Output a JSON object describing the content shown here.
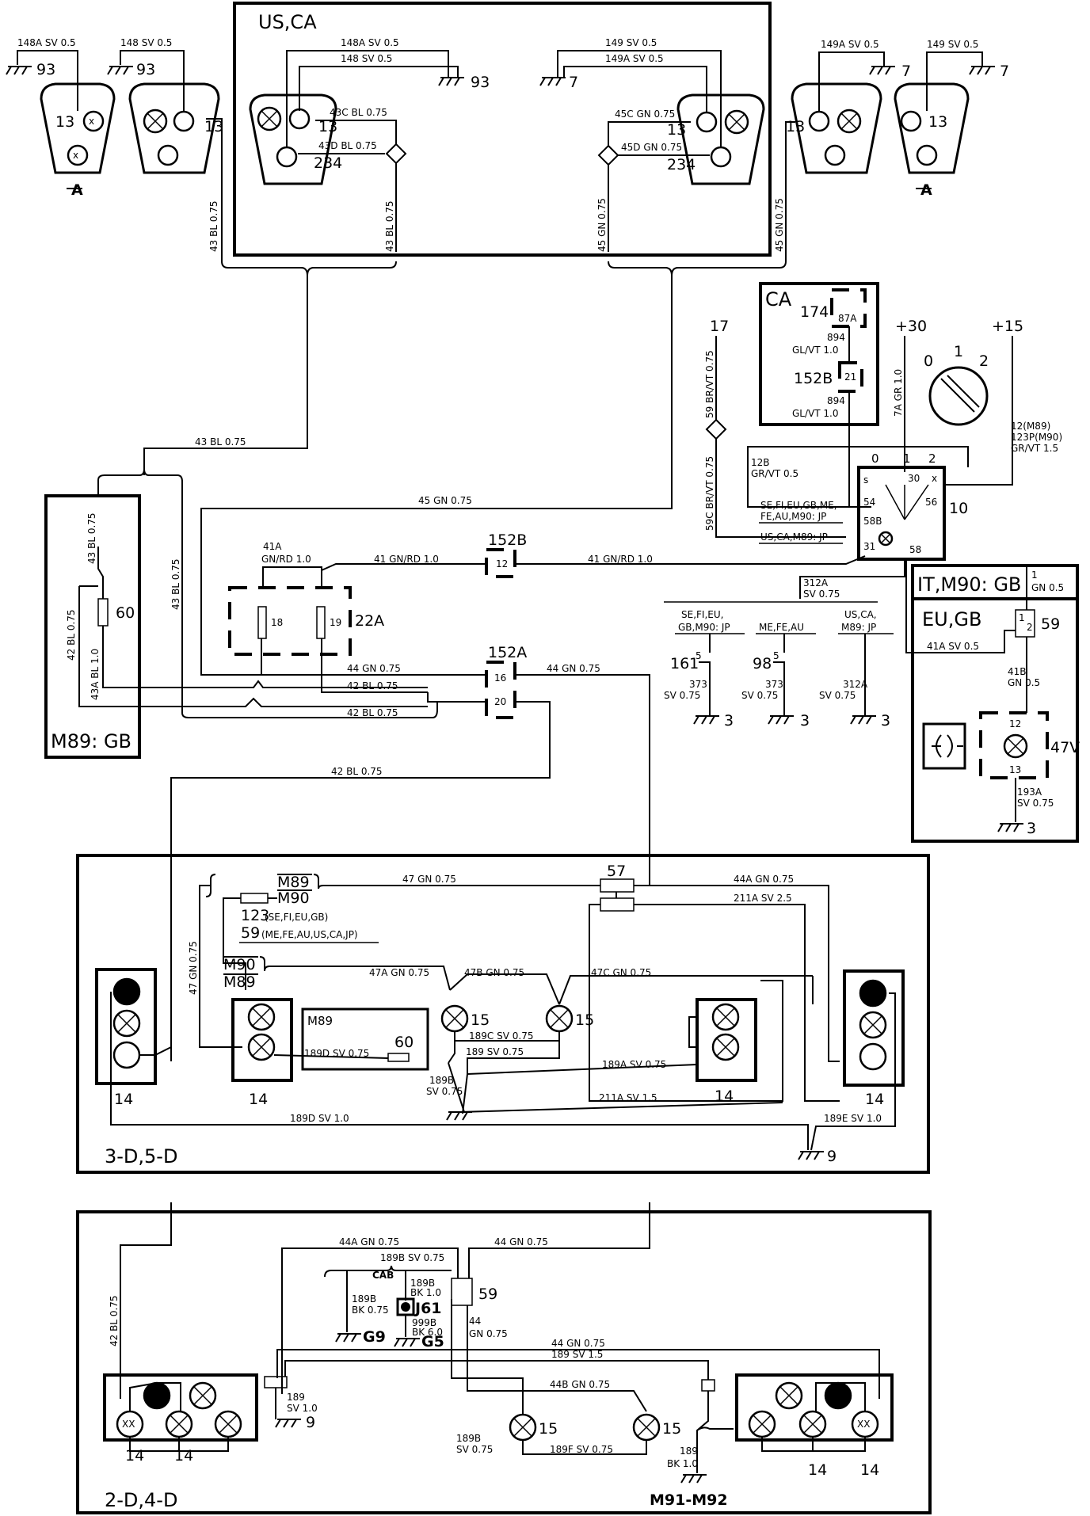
{
  "regions": {
    "us_ca": "US,CA",
    "ca": "CA",
    "m89_gb": "M89: GB",
    "it_m90_gb": "IT,M90: GB",
    "eu_gb": "EU,GB",
    "body_3d_5d": "3-D,5-D",
    "body_2d_4d": "2-D,4-D"
  },
  "top_wires": {
    "w148a_left": "148A SV 0.5",
    "w148_left": "148 SV 0.5",
    "w148a_mid": "148A SV 0.5",
    "w148_mid": "148 SV 0.5",
    "w149_mid": "149 SV 0.5",
    "w149a_mid": "149A SV 0.5",
    "w149a_right": "149A SV 0.5",
    "w149_right": "149 SV 0.5",
    "w43c": "43C BL 0.75",
    "w43d": "43D BL 0.75",
    "w45c": "45C GN 0.75",
    "w45d": "45D GN 0.75",
    "w43_a": "43 BL 0.75",
    "w43_b": "43 BL 0.75",
    "w45_a": "45 GN 0.75",
    "w45_b": "45 GN 0.75",
    "w43_h": "43 BL 0.75",
    "w45_h": "45 GN 0.75"
  },
  "grounds": {
    "g93_a": "93",
    "g93_b": "93",
    "g93_c": "93",
    "g7_a": "7",
    "g7_b": "7",
    "g7_c": "7",
    "g3_a": "3",
    "g3_b": "3",
    "g3_c": "3",
    "g3_d": "3",
    "g9_a": "9",
    "g9_b": "9",
    "g9_label": "G9",
    "g5_label": "G5"
  },
  "lamp_labels": {
    "n13_a": "13",
    "n13_b": "13",
    "n13_c": "13",
    "n234_a": "234",
    "n13_d": "13",
    "n234_b": "234",
    "n13_e": "13",
    "n13_f": "13",
    "a_left": "A",
    "a_right": "A"
  },
  "ca_box": {
    "n174": "174",
    "r87a": "87A",
    "w894_a": "894",
    "w894_a2": "GL/VT 1.0",
    "n152b": "152B",
    "r21": "21",
    "w894_b": "894",
    "w894_b2": "GL/VT 1.0"
  },
  "switch": {
    "p30": "+30",
    "p15": "+15",
    "t17": "17",
    "w59": "59 BR/VT 0.75",
    "w59c": "59C BR/VT 0.75",
    "w7a": "7A GR 1.0",
    "k0": "0",
    "k1": "1",
    "k2": "2",
    "s0": "0",
    "s1": "1",
    "s2": "2",
    "ts": "s",
    "t30": "30",
    "tx": "x",
    "t54": "54",
    "t56": "56",
    "t58b": "58B",
    "t31": "31",
    "t58": "58",
    "n10": "10",
    "w12b": "12B",
    "w12b2": "GR/VT 0.5",
    "w12m_1": "12(M89)",
    "w12m_2": "123P(M90)",
    "w12m_3": "GR/VT 1.5",
    "mk1_1": "SE,FI,EU,GB,ME,",
    "mk1_2": "FE,AU,M90: JP",
    "mk2": "US,CA,M89: JP"
  },
  "mid": {
    "w45_long": "45 GN 0.75",
    "w41a_1": "41A",
    "w41a_2": "GN/RD 1.0",
    "w41_a": "41 GN/RD 1.0",
    "w41_b": "41 GN/RD 1.0",
    "c152b": "152B",
    "p12": "12",
    "c152a": "152A",
    "p16": "16",
    "p20": "20",
    "r18": "18",
    "r19": "19",
    "n22a": "22A",
    "w44_a": "44 GN 0.75",
    "w44_b": "44 GN 0.75",
    "w42_a": "42 BL 0.75",
    "w42_b": "42 BL 0.75",
    "w42_c": "42 BL 0.75",
    "w312a": "312A",
    "w312a2": "SV 0.75",
    "mk_sefi_1": "SE,FI,EU,",
    "mk_sefi_2": "GB,M90: JP",
    "mk_mefe": "ME,FE,AU",
    "mk_usca_1": "US,CA,",
    "mk_usca_2": "M89: JP",
    "n161": "161",
    "n98": "98",
    "t5_a": "5",
    "t5_b": "5",
    "w373_a": "373",
    "w373_a2": "SV 0.75",
    "w373_b": "373",
    "w373_b2": "SV 0.75",
    "w312a_b": "312A",
    "w312a_b2": "SV 0.75"
  },
  "m89_box": {
    "w43": "43 BL 0.75",
    "w42": "42 BL 0.75",
    "w43a": "43A BL 1.0",
    "w43v": "43 BL 0.75",
    "n60": "60"
  },
  "eu_box": {
    "w1": "1",
    "w1b": "GN 0.5",
    "n59": "59",
    "p1": "1",
    "p2": "2",
    "w41a": "41A SV 0.5",
    "w41b": "41B",
    "w41b2": "GN 0.5",
    "t12": "12",
    "t13": "13",
    "n47v": "47V",
    "w193a": "193A",
    "w193a2": "SV 0.75"
  },
  "body3": {
    "m89_a": "M89",
    "m90_a": "M90",
    "n123": "123",
    "n123s": "(SE,FI,EU,GB)",
    "n59": "59",
    "n59s": "(ME,FE,AU,US,CA,JP)",
    "m90_b": "M90",
    "m89_b": "M89",
    "w47": "47 GN 0.75",
    "w47v": "47 GN 0.75",
    "n57": "57",
    "w44a": "44A GN 0.75",
    "w211a": "211A SV 2.5",
    "w47a": "47A GN 0.75",
    "w47b": "47B GN 0.75",
    "w47c": "47C GN 0.75",
    "m89_c": "M89",
    "w189d": "189D SV 0.75",
    "n60": "60",
    "n15_a": "15",
    "n15_b": "15",
    "w189c": "189C SV 0.75",
    "w189": "189 SV 0.75",
    "w189a": "189A SV 0.75",
    "w189b": "189B",
    "w189b2": "SV 0.75",
    "w211a_b": "211A SV 1.5",
    "w189d_b": "189D SV 1.0",
    "w189e": "189E SV 1.0",
    "n14_a": "14",
    "n14_b": "14",
    "n14_c": "14",
    "n14_d": "14"
  },
  "body2": {
    "w42": "42 BL 0.75",
    "w44a": "44A GN 0.75",
    "w44": "44 GN 0.75",
    "w189b": "189B SV 0.75",
    "cab": "CAB",
    "w189b_1": "189B",
    "w189b_1b": "BK 0.75",
    "w189b_2": "189B",
    "w189b_2b": "BK 1.0",
    "w999b": "999B",
    "w999b2": "BK 6.0",
    "j61": "J61",
    "n59": "59",
    "w44_v": "44",
    "w44_v2": "GN 0.75",
    "w44_h": "44 GN 0.75",
    "w189_h": "189 SV 1.5",
    "w189_v": "189",
    "w189_v2": "SV 1.0",
    "w44b": "44B GN 0.75",
    "n15_a": "15",
    "n15_b": "15",
    "w189b_l": "189B",
    "w189b_l2": "SV 0.75",
    "w189f": "189F SV 0.75",
    "w189_r": "189",
    "w189_r2": "BK 1.0",
    "m91": "M91-M92",
    "n14_a": "14",
    "n14_b": "14",
    "n14_c": "14",
    "n14_d": "14"
  }
}
